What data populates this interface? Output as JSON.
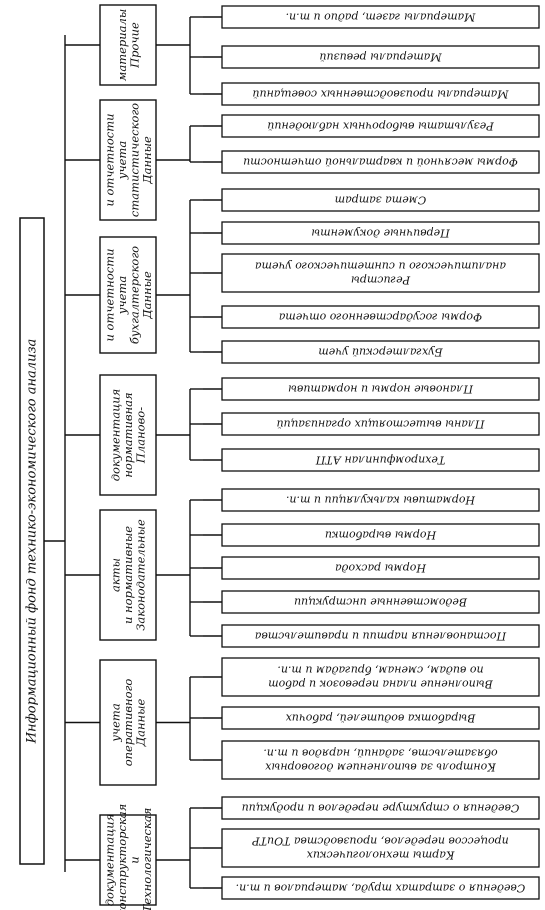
{
  "root": "Информационный фонд технико-экономического анализа",
  "groups": [
    {
      "label": [
        "Технологическая",
        "и",
        "конструкторская",
        "документация"
      ],
      "items": [
        [
          "Сведения о затратах труда, материалов и т.п."
        ],
        [
          "Карты технологических",
          "процессов переделов, производства ТОиТР"
        ],
        [
          "Сведения о структуре переделов и продукции"
        ]
      ]
    },
    {
      "label": [
        "Данные",
        "оперативного",
        "учета"
      ],
      "items": [
        [
          "Контроль за выполнением договорных",
          "обязательств, заданий, нарядов и т.п."
        ],
        [
          "Выработка водителей, рабочих"
        ],
        [
          "Выполнение плана перевозок и работ",
          "по видам, сменам, бригадам и т.п."
        ]
      ]
    },
    {
      "label": [
        "Законодательные",
        "и нормативные",
        "акты"
      ],
      "items": [
        [
          "Постановления партии и правительства"
        ],
        [
          "Ведомственные инструкции"
        ],
        [
          "Нормы расхода"
        ],
        [
          "Нормы выработки"
        ],
        [
          "Нормативы калькуляции и т.п."
        ]
      ]
    },
    {
      "label": [
        "Планово-",
        "нормативная",
        "документация"
      ],
      "items": [
        [
          "Техпромфинплан АТП"
        ],
        [
          "Планы вышестоящих организаций"
        ],
        [
          "Плановые нормы и нормативы"
        ]
      ]
    },
    {
      "label": [
        "Данные",
        "бухгалтерского",
        "учета",
        "и отчетности"
      ],
      "items": [
        [
          "Бухгалтерский учет"
        ],
        [
          "Формы государственного отчета"
        ],
        [
          "Регистры",
          "аналитического и синтетического учета"
        ],
        [
          "Первичные документы"
        ],
        [
          "Смета затрат"
        ]
      ]
    },
    {
      "label": [
        "Данные",
        "статистического",
        "учета",
        "и отчетности"
      ],
      "items": [
        [
          "Формы месячной и квартальной отчетности"
        ],
        [
          "Результаты выборочных наблюдений"
        ]
      ]
    },
    {
      "label": [
        "Прочие",
        "материалы"
      ],
      "items": [
        [
          "Материалы производственных совещаний"
        ],
        [
          "Материалы ревизий"
        ],
        [
          "Материалы газет, радио и т.п."
        ]
      ]
    }
  ]
}
